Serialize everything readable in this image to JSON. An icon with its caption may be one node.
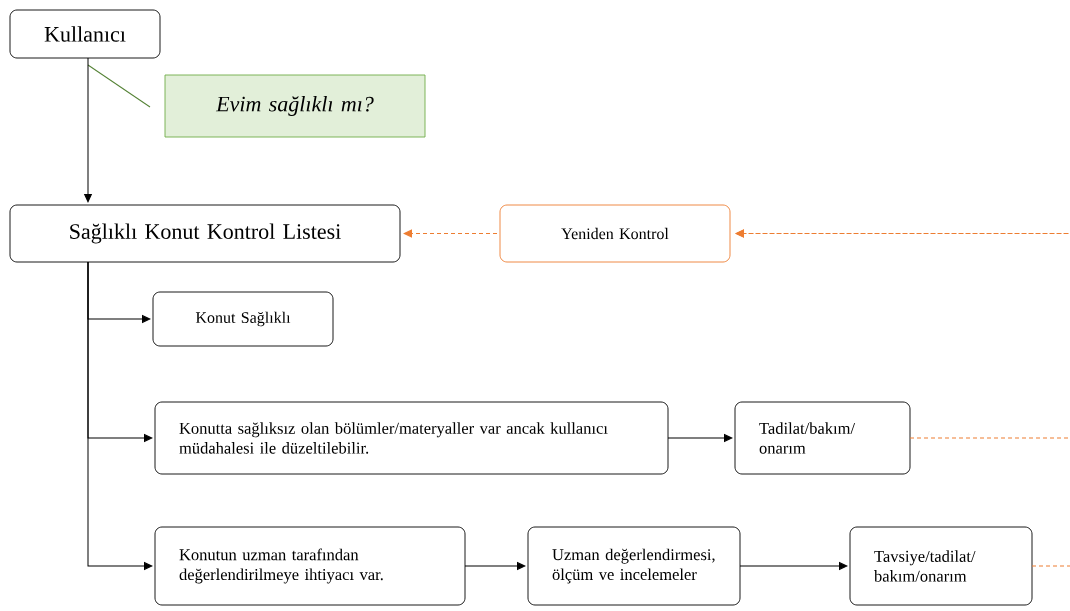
{
  "diagram": {
    "nodes": [
      {
        "text": [
          "Kullanıcı"
        ]
      },
      {
        "text": [
          "Evim sağlıklı mı?"
        ]
      },
      {
        "text": [
          "Sağlıklı Konut Kontrol Listesi"
        ]
      },
      {
        "text": [
          "Yeniden Kontrol"
        ]
      },
      {
        "text": [
          "Konut Sağlıklı"
        ]
      },
      {
        "text": [
          "Konutta sağlıksız olan bölümler/materyaller var ancak kullanıcı müdahalesi ile düzeltilebilir."
        ]
      },
      {
        "text": [
          "Tadilat/bakım/ onarım"
        ]
      },
      {
        "text": [
          "Konutun uzman tarafından değerlendirilmeye ihtiyacı var."
        ]
      },
      {
        "text": [
          "Uzman değerlendirmesi, ölçüm ve incelemeler"
        ]
      },
      {
        "text": [
          "Tavsiye/tadilat/ bakım/onarım"
        ]
      }
    ],
    "edges": [
      {
        "from": 1,
        "to": 0,
        "arrow": "none",
        "color": "#548235"
      },
      {
        "from": 0,
        "to": 2,
        "arrow": "to"
      },
      {
        "from": 2,
        "to": 4,
        "arrow": "to"
      },
      {
        "from": 2,
        "to": 5,
        "arrow": "to"
      },
      {
        "from": 2,
        "to": 7,
        "arrow": "to"
      },
      {
        "from": 5,
        "to": 6,
        "arrow": "to"
      },
      {
        "from": 7,
        "to": 8,
        "arrow": "to"
      },
      {
        "from": 8,
        "to": 9,
        "arrow": "to"
      },
      {
        "from": 3,
        "to": 2,
        "arrow": "to",
        "style": "dashed",
        "color": "#ed7d31"
      },
      {
        "from": 6,
        "to": 3,
        "arrow": "to",
        "style": "dashed",
        "color": "#ed7d31"
      },
      {
        "from": 9,
        "to": 3,
        "arrow": "to",
        "style": "dashed",
        "color": "#ed7d31"
      }
    ]
  }
}
